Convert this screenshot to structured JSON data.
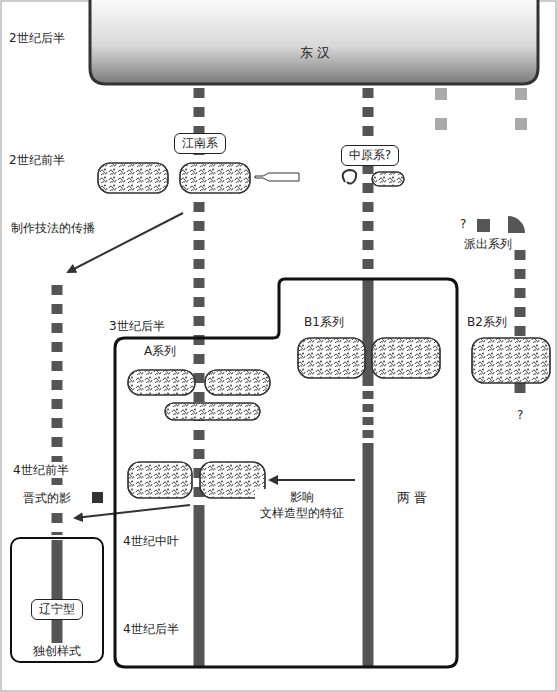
{
  "diagram": {
    "nodes": [
      {
        "text": [
          "东 汉"
        ]
      },
      {
        "text": [
          "江南系"
        ]
      },
      {
        "text": [
          "中原系?"
        ]
      },
      {
        "text": [
          "两 晋"
        ]
      },
      {
        "text": [
          "独创样式"
        ]
      },
      {
        "text": [
          "辽宁型"
        ],
        "in": 4
      }
    ],
    "labels": [
      "2世纪后半",
      "2世纪前半",
      "制作技法的传播",
      "3世纪后半",
      "A系列",
      "B1系列",
      "B2系列",
      "派出系列",
      "?",
      "?",
      "4世纪前半",
      "晋式的影",
      "影响 文样造型的特征",
      "4世纪中叶",
      "4世纪后半"
    ]
  }
}
